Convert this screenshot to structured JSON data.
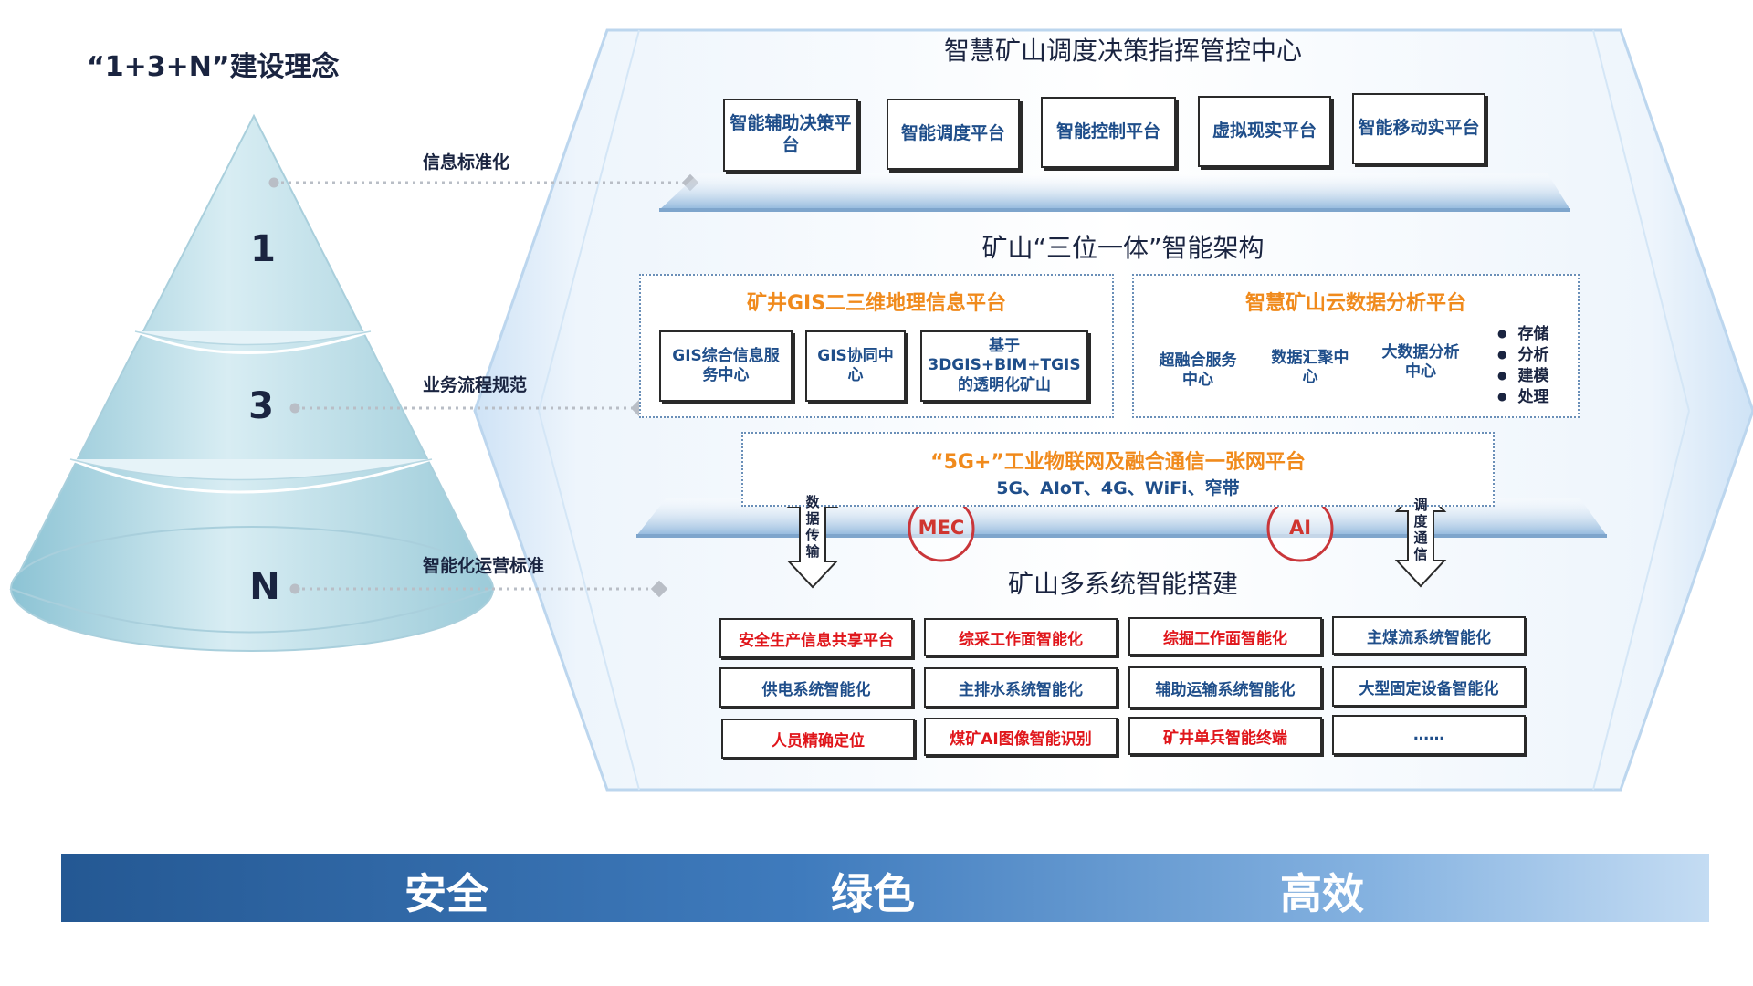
{
  "concept": {
    "title": "“1+3+N”建设理念",
    "levels": [
      {
        "number": "1",
        "label": "信息标准化"
      },
      {
        "number": "3",
        "label": "业务流程规范"
      },
      {
        "number": "N",
        "label": "智能化运营标准"
      }
    ]
  },
  "top_section": {
    "title": "智慧矿山调度决策指挥管控中心",
    "platforms": [
      "智能辅助决策平台",
      "智能调度平台",
      "智能控制平台",
      "虚拟现实平台",
      "智能移动实平台"
    ]
  },
  "middle_section": {
    "title": "矿山“三位一体”智能架构",
    "gis_panel": {
      "title": "矿井GIS二三维地理信息平台",
      "boxes": [
        "GIS综合信息服务中心",
        "GIS协同中心",
        "基于3DGIS+BIM+TGIS的透明化矿山"
      ]
    },
    "cloud_panel": {
      "title": "智慧矿山云数据分析平台",
      "hexagons": [
        "超融合服务中心",
        "数据汇聚中心",
        "大数据分析中心"
      ],
      "bullets": [
        "存储",
        "分析",
        "建模",
        "处理"
      ]
    },
    "network_panel": {
      "title": "“5G+”工业物联网及融合通信一张网平台",
      "subtitle": "5G、AIoT、4G、WiFi、窄带"
    }
  },
  "connectors": {
    "left_arrow_text": "数据传输",
    "right_arrow_text": "调度通信",
    "circles": [
      "MEC",
      "AI"
    ]
  },
  "bottom_section": {
    "title": "矿山多系统智能搭建",
    "cells": [
      {
        "label": "安全生产信息共享平台",
        "color": "red"
      },
      {
        "label": "综采工作面智能化",
        "color": "red"
      },
      {
        "label": "综掘工作面智能化",
        "color": "red"
      },
      {
        "label": "主煤流系统智能化",
        "color": "blue"
      },
      {
        "label": "供电系统智能化",
        "color": "blue"
      },
      {
        "label": "主排水系统智能化",
        "color": "blue"
      },
      {
        "label": "辅助运输系统智能化",
        "color": "blue"
      },
      {
        "label": "大型固定设备智能化",
        "color": "blue"
      },
      {
        "label": "人员精确定位",
        "color": "red"
      },
      {
        "label": "煤矿AI图像智能识别",
        "color": "red"
      },
      {
        "label": "矿井单兵智能终端",
        "color": "red"
      },
      {
        "label": "……",
        "color": "blue"
      }
    ]
  },
  "bottom_bar": {
    "words": [
      "安全",
      "绿色",
      "高效"
    ]
  },
  "colors": {
    "accent_orange": "#f08a1c",
    "accent_red": "#e0161b",
    "box_text_blue": "#1f4e8a",
    "bar_start": "#245893",
    "bar_end": "#c4dcf3"
  }
}
